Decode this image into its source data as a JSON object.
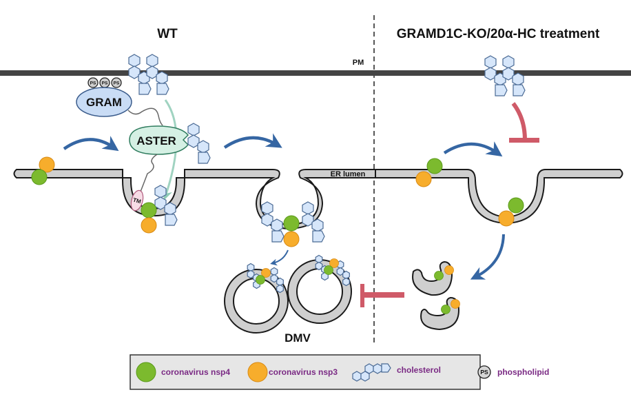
{
  "titles": {
    "left": "WT",
    "right": "GRAMD1C-KO/20α-HC treatment"
  },
  "labels": {
    "pm": "PM",
    "er_lumen": "ER lumen",
    "dmv": "DMV",
    "gram": "GRAM",
    "aster": "ASTER",
    "tm": "TM",
    "ps": "PS"
  },
  "legend": {
    "items": [
      {
        "symbol": "green-circle",
        "label": "coronavirus nsp4"
      },
      {
        "symbol": "orange-circle",
        "label": "coronavirus nsp3"
      },
      {
        "symbol": "cholesterol-hexagons",
        "label": "cholesterol"
      },
      {
        "symbol": "ps-circle",
        "label": "phospholipid"
      }
    ]
  },
  "colors": {
    "nsp4_green": "#7cba2e",
    "nsp3_orange": "#f7ad2c",
    "cholesterol_fill": "#d6e6fa",
    "membrane_gray": "#cfcfcf",
    "pm_dark": "#444444",
    "arrow_blue": "#3566a3",
    "inhibit_red": "#cf5a68",
    "aster_green": "#d5f0e4",
    "gram_blue": "#c9dcf5",
    "legend_text": "#7a2a84",
    "legend_bg": "#e6e6e6"
  }
}
